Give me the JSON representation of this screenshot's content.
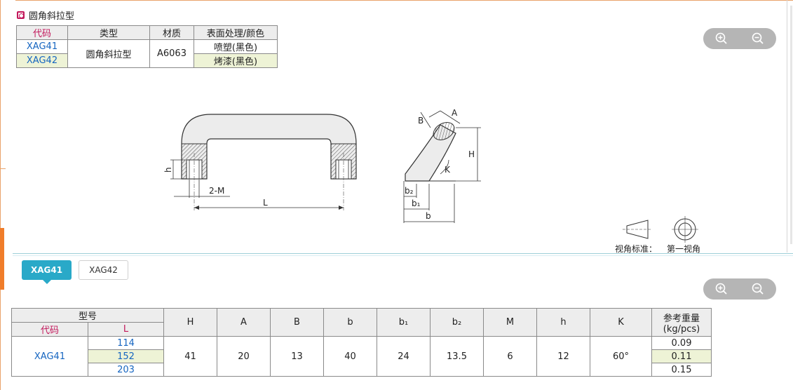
{
  "section": {
    "title": "圆角斜拉型"
  },
  "spec_table": {
    "headers": [
      "代码",
      "类型",
      "材质",
      "表面处理/颜色"
    ],
    "rows": [
      {
        "code": "XAG41",
        "finish": "喷塑(黑色)"
      },
      {
        "code": "XAG42",
        "finish": "烤漆(黑色)"
      }
    ],
    "type": "圆角斜拉型",
    "material": "A6063"
  },
  "drawing": {
    "labels": {
      "h": "h",
      "m": "2-M",
      "l": "L",
      "a": "A",
      "b_top": "B",
      "hh": "H",
      "k": "K",
      "b2": "b₂",
      "b1": "b₁",
      "b": "b"
    },
    "projection_caption_1": "视角标准：",
    "projection_caption_2": "第一视角"
  },
  "zoom": {
    "in_icon": "zoom-in-icon",
    "out_icon": "zoom-out-icon"
  },
  "tabs": [
    {
      "label": "XAG41",
      "active": true
    },
    {
      "label": "XAG42",
      "active": false
    }
  ],
  "dims_table": {
    "group_header": "型号",
    "sub_headers": [
      "代码",
      "L"
    ],
    "columns": [
      "H",
      "A",
      "B",
      "b",
      "b₁",
      "b₂",
      "M",
      "h",
      "K"
    ],
    "weight_header_1": "参考重量",
    "weight_header_2": "(kg/pcs)",
    "code": "XAG41",
    "lengths": [
      "114",
      "152",
      "203"
    ],
    "values": [
      "41",
      "20",
      "13",
      "40",
      "24",
      "13.5",
      "6",
      "12",
      "60°"
    ],
    "weights": [
      "0.09",
      "0.11",
      "0.15"
    ]
  },
  "colors": {
    "accent": "#29a9c8",
    "code_blue": "#1565c0",
    "pink": "#c2185b",
    "row_shade": "#eef3d6"
  }
}
